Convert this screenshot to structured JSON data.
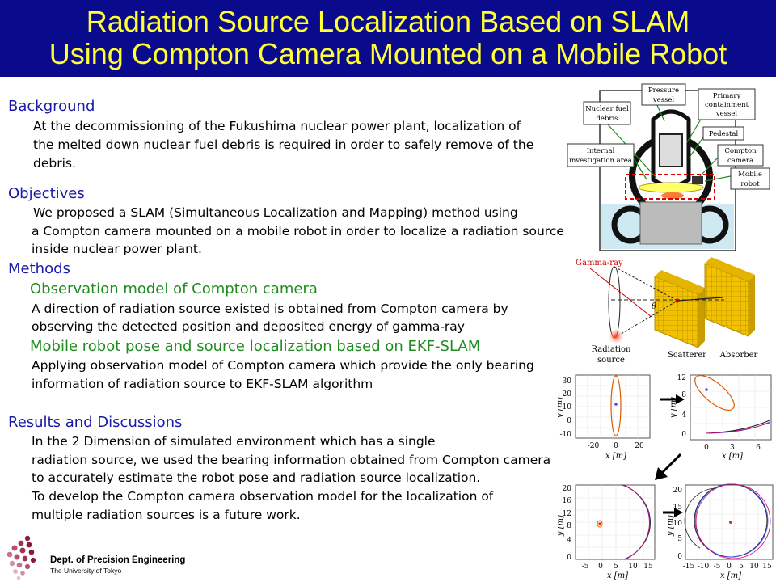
{
  "title": {
    "line1": "Radiation Source Localization Based on SLAM",
    "line2": "Using Compton Camera Mounted on a Mobile Robot",
    "colors": {
      "banner": "#0a0a8c",
      "text": "#ffff33"
    }
  },
  "background": {
    "heading": "Background",
    "lines": [
      "At the decommissioning of the Fukushima nuclear power plant, localization of",
      "the melted down nuclear fuel debris is required in order to safely remove of the",
      "debris."
    ]
  },
  "objectives": {
    "heading": "Objectives",
    "lines": [
      "We proposed a SLAM (Simultaneous Localization and Mapping) method using",
      "a Compton camera mounted on a mobile robot in order to localize a radiation source",
      "inside nuclear power plant."
    ]
  },
  "methods": {
    "heading": "Methods",
    "sub1": "Observation model of Compton camera",
    "sub1_lines": [
      "A direction of radiation source existed is obtained from Compton camera by",
      "observing the detected position and deposited energy of gamma-ray"
    ],
    "sub2": "Mobile robot pose and source localization based on EKF-SLAM",
    "sub2_lines": [
      "Applying observation model of Compton camera which provide the only bearing",
      "information of radiation source to EKF-SLAM algorithm"
    ]
  },
  "results": {
    "heading": "Results and Discussions",
    "lines": [
      "In the 2 Dimension of simulated environment which has a single",
      "radiation source, we used the bearing information obtained from Compton camera",
      "to accurately estimate the robot pose and radiation source localization.",
      "To develop the Compton camera observation model for the localization of",
      "multiple radiation sources is a future work."
    ]
  },
  "reactor_diagram": {
    "labels": {
      "nuclear_fuel_1": "Nuclear fuel",
      "nuclear_fuel_2": "debris",
      "pressure_1": "Pressure",
      "pressure_2": "vessel",
      "primary_1": "Primary",
      "primary_2": "containment",
      "primary_3": "vessel",
      "pedestal": "Pedestal",
      "internal_1": "Internal",
      "internal_2": "investigation area",
      "compton_1": "Compton",
      "compton_2": "camera",
      "mobile_1": "Mobile",
      "mobile_2": "robot"
    }
  },
  "compton_diagram": {
    "gamma": "Gamma-ray",
    "theta": "θ",
    "source_1": "Radiation",
    "source_2": "source",
    "scatterer": "Scatterer",
    "absorber": "Absorber"
  },
  "plots": {
    "xlabel": "x [m]",
    "ylabel": "y [m]",
    "p1": {
      "xticks": [
        "-20",
        "0",
        "20"
      ],
      "yticks": [
        "30",
        "20",
        "10",
        "0",
        "-10"
      ]
    },
    "p2": {
      "xticks": [
        "0",
        "3",
        "6"
      ],
      "yticks": [
        "12",
        "8",
        "4",
        "0"
      ]
    },
    "p3": {
      "xticks": [
        "-5",
        "0",
        "5",
        "10",
        "15"
      ],
      "yticks": [
        "20",
        "16",
        "12",
        "8",
        "4",
        "0"
      ]
    },
    "p4": {
      "xticks": [
        "-15",
        "-10",
        "-5",
        "0",
        "5",
        "10",
        "15"
      ],
      "yticks": [
        "20",
        "15",
        "10",
        "5",
        "0"
      ]
    }
  },
  "logo": {
    "line1": "Dept. of Precision Engineering",
    "line2": "The University of Tokyo"
  }
}
